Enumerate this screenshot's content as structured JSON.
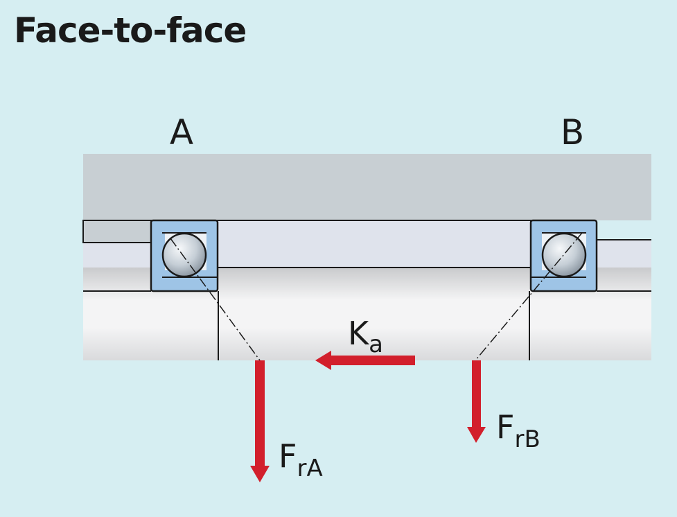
{
  "title": "Face-to-face",
  "labels": {
    "bearing_a": "A",
    "bearing_b": "B",
    "axial_force": {
      "main": "K",
      "sub": "a"
    },
    "radial_force_a": {
      "main": "F",
      "sub": "rA"
    },
    "radial_force_b": {
      "main": "F",
      "sub": "rB"
    }
  },
  "colors": {
    "background": "#d6eef2",
    "housing": "#c8cfd3",
    "bearing_ring": "#9ec4e6",
    "shaft": "#e8e9eb",
    "force_arrow": "#d21f2c"
  }
}
